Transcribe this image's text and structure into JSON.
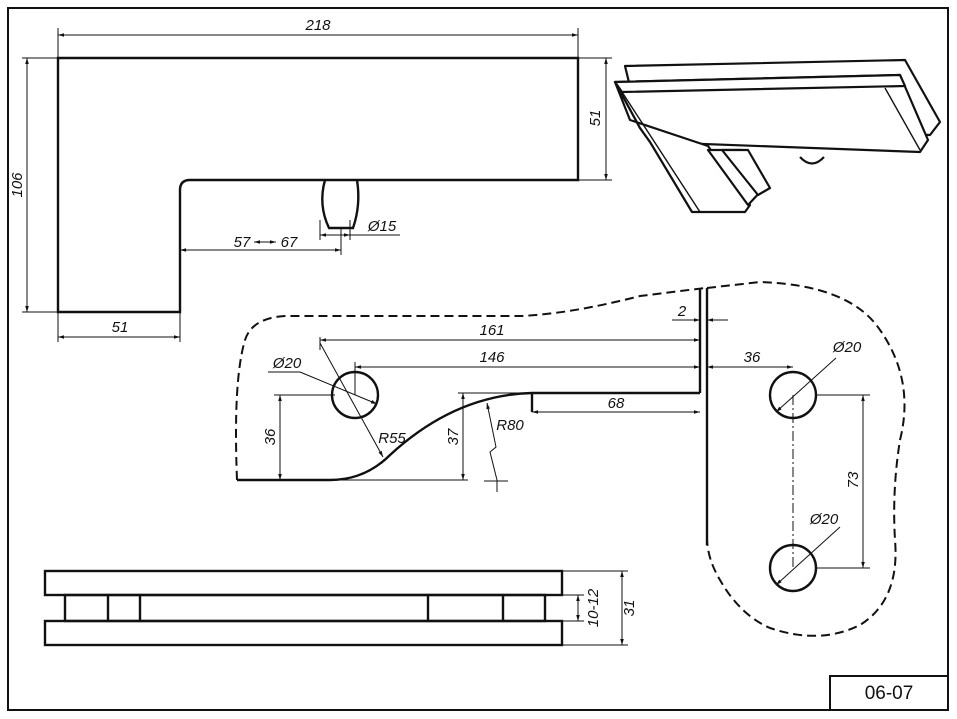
{
  "title_block": {
    "code": "06-07"
  },
  "top_view": {
    "width_dim": "218",
    "height_dim": "106",
    "right_height_dim": "51",
    "bottom_width_dim": "51",
    "slot_position_min": "57",
    "slot_position_max": "67",
    "slot_diameter": "Ø15"
  },
  "template_view": {
    "dim_161": "161",
    "dim_146": "146",
    "dim_2": "2",
    "dim_68": "68",
    "hole_left_diameter": "Ø20",
    "radius_55": "R55",
    "radius_80": "R80",
    "dim_37": "37",
    "dim_36_left": "36",
    "dim_36_right": "36",
    "hole_top_right_diameter": "Ø20",
    "dim_73": "73",
    "hole_bottom_right_diameter": "Ø20"
  },
  "side_view": {
    "gap_dim": "10-12",
    "total_dim": "31"
  }
}
